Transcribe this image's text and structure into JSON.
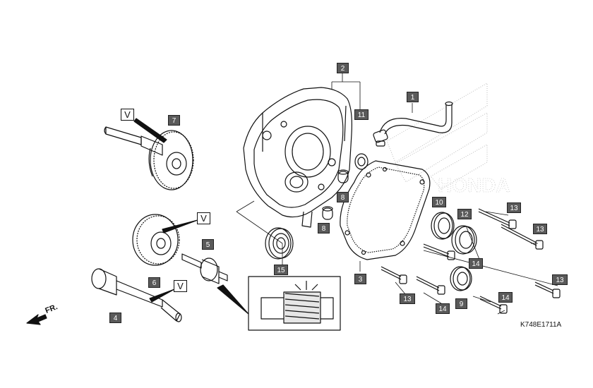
{
  "diagram_code": "K748E1711A",
  "front_label": "FR.",
  "v_marker": "V",
  "part_labels": {
    "p1": "1",
    "p2": "2",
    "p3": "3",
    "p4": "4",
    "p5": "5",
    "p6": "6",
    "p7": "7",
    "p8a": "8",
    "p8b": "8",
    "p9": "9",
    "p10": "10",
    "p11": "11",
    "p12": "12",
    "p13a": "13",
    "p13b": "13",
    "p13c": "13",
    "p13d": "13",
    "p14a": "14",
    "p14b": "14",
    "p14c": "14",
    "p14d": "14",
    "p15": "15"
  }
}
